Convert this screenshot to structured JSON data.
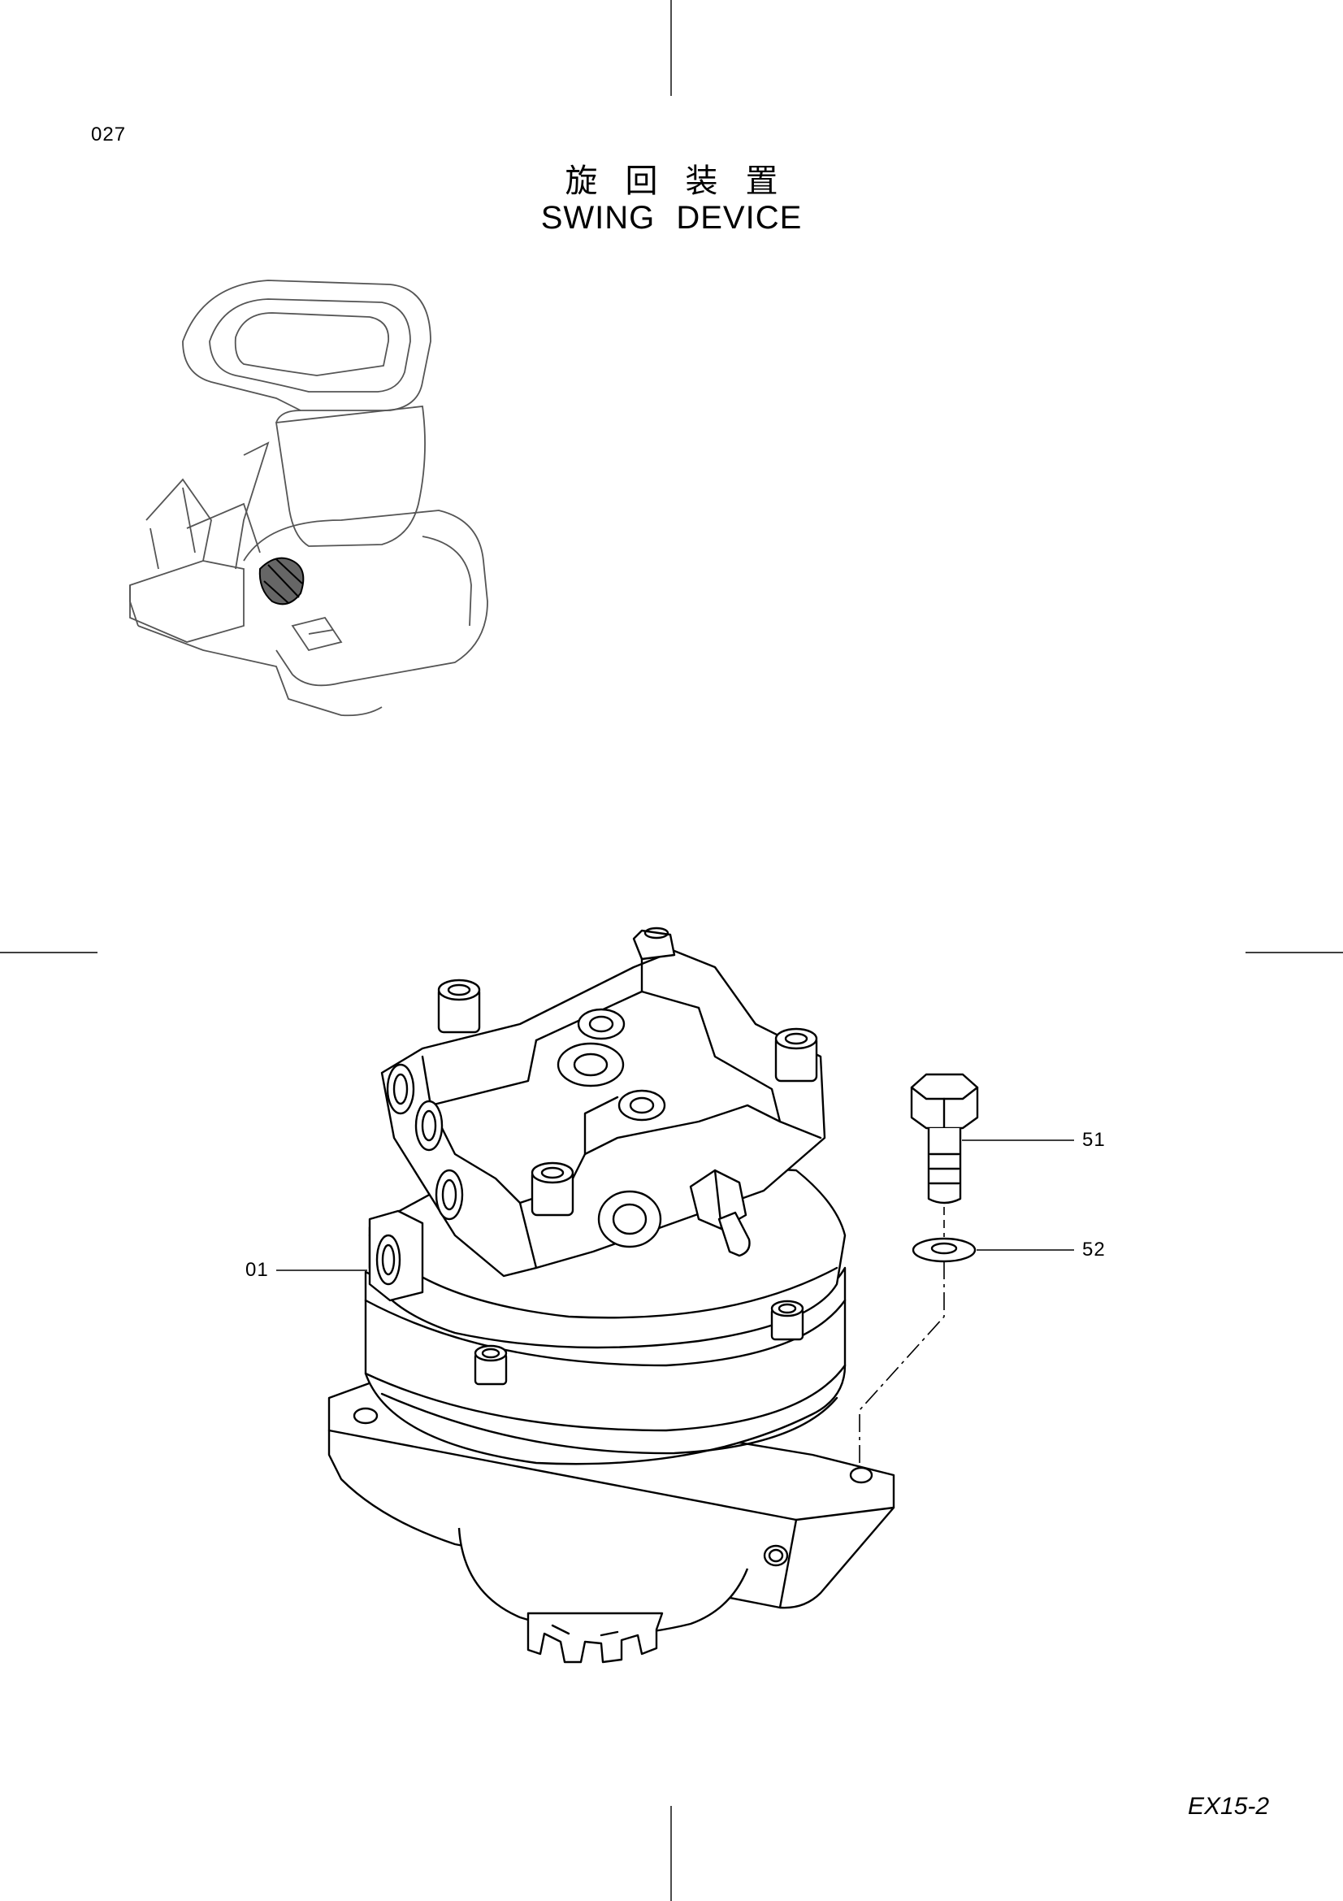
{
  "page": {
    "number": "027",
    "code": "EX15-2"
  },
  "title": {
    "cjk": "旋回装置",
    "en": "SWING DEVICE"
  },
  "callouts": {
    "motor": "01",
    "bolt": "51",
    "washer": "52"
  }
}
